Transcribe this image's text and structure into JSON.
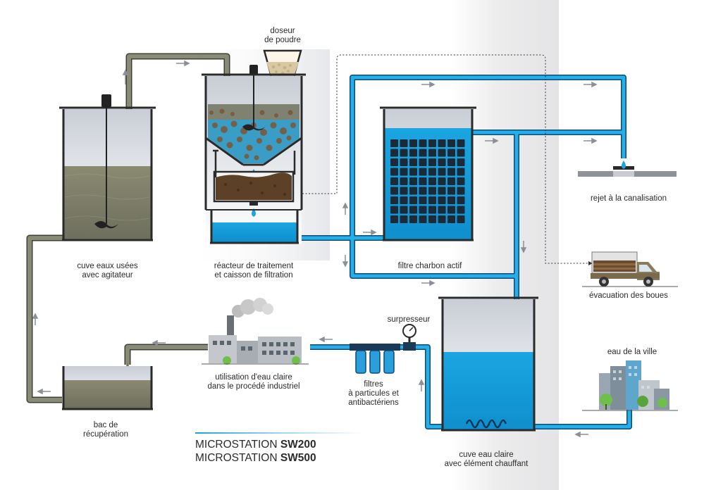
{
  "labels": {
    "doseur_l1": "doseur",
    "doseur_l2": "de poudre",
    "cuve_usees_l1": "cuve eaux usées",
    "cuve_usees_l2": "avec agitateur",
    "reacteur_l1": "réacteur de traitement",
    "reacteur_l2": "et caisson de filtration",
    "filtre_charbon": "filtre charbon actif",
    "rejet": "rejet à la canalisation",
    "evacuation": "évacuation des boues",
    "eau_ville": "eau de la ville",
    "surpresseur": "surpresseur",
    "utilisation_l1": "utilisation d'eau claire",
    "utilisation_l2": "dans le procédé industriel",
    "filtres_l1": "filtres",
    "filtres_l2": "à particules et",
    "filtres_l3": "antibactériens",
    "bac_l1": "bac de",
    "bac_l2": "récupération",
    "cuve_claire_l1": "cuve eau claire",
    "cuve_claire_l2": "avec élément chauffant"
  },
  "brand": {
    "line1_prefix": "MICROSTATION ",
    "line1_model": "SW200",
    "line2_prefix": "MICROSTATION ",
    "line2_model": "SW500"
  },
  "colors": {
    "clean_water": "#1ea3dd",
    "waste_water": "#7c7d68",
    "sludge": "#6b4c30",
    "background_band": "#e8e8ea"
  }
}
